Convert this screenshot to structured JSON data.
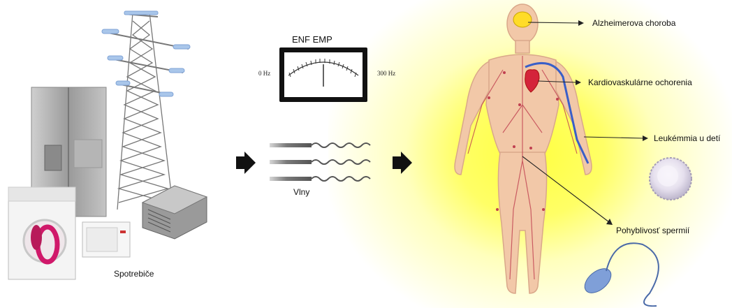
{
  "meter": {
    "title": "ENF EMP",
    "min_label": "0 Hz",
    "max_label": "300  Hz"
  },
  "labels": {
    "appliances": "Spotrebiče",
    "waves": "Vlny"
  },
  "effects": [
    {
      "label": "Alzheimerova choroba"
    },
    {
      "label": "Kardiovaskulárne ochorenia"
    },
    {
      "label": "Leukémmia u detí"
    },
    {
      "label": "Pohyblivosť spermií"
    }
  ],
  "colors": {
    "glow": "#ffff40",
    "heart": "#d4243a",
    "vessels": "#3a5fc8",
    "lymph": "#c04050",
    "body": "#f2c8a8"
  }
}
